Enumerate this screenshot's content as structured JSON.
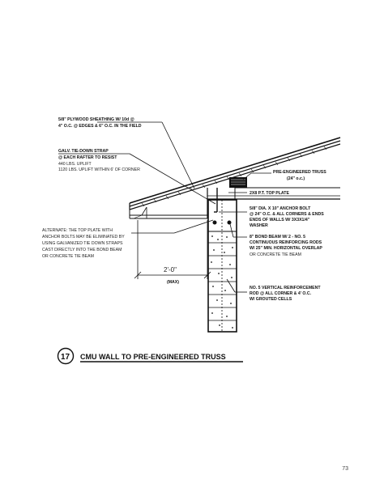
{
  "callouts": {
    "sheathing_1": "5/8\" PLYWOOD SHEATHING W/ 10d @",
    "sheathing_2": "4\" O.C. @ EDGES & 6\" O.C. IN THE FIELD",
    "strap_1": "GALV. TIE-DOWN STRAP",
    "strap_2": "@ EACH RAFTER TO RESIST",
    "strap_3": "440 LBS. UPLIFT",
    "strap_4": "1120 LBS. UPLIFT WITHIN 6' OF CORNER",
    "truss_1": "PRE-ENGINEERED TRUSS",
    "truss_2": "(24\" o.c.)",
    "top_plate": "2X8 P.T. TOP PLATE",
    "bolt_1": "5/8\" DIA. X 10\" ANCHOR BOLT",
    "bolt_2": "@ 24\" O.C. & ALL CORNERS & ENDS",
    "bolt_3": "ENDS OF WALLS W/ 3X3X1/4\"",
    "bolt_4": "WASHER",
    "beam_1": "8\" BOND BEAM W/ 2 - NO. 5",
    "beam_2": "CONTINUOUS REINFORCING RODS",
    "beam_3": "W/ 25\" MIN. HORIZONTAL OVERLAP",
    "beam_4": "OR CONCRETE TIE BEAM",
    "vert_1": "NO. 5 VERTICAL REINFORCEMENT",
    "vert_2": "ROD @ ALL CORNER & 4' O.C.",
    "vert_3": "W/ GROUTED CELLS"
  },
  "alternate_note": [
    "ALTERNATE: THE TOP PLATE WITH",
    "ANCHOR BOLTS MAY BE ELIMINATED BY",
    "USING GALVANIZED TIE DOWN STRAPS",
    "CAST DIRECTLY INTO THE BOND BEAM",
    "OR CONCRETE TIE BEAM"
  ],
  "dimension": {
    "value": "2'-0\"",
    "note": "(MAX)"
  },
  "detail": {
    "number": "17",
    "title": "CMU WALL TO PRE-ENGINEERED TRUSS"
  },
  "page_number": "73"
}
